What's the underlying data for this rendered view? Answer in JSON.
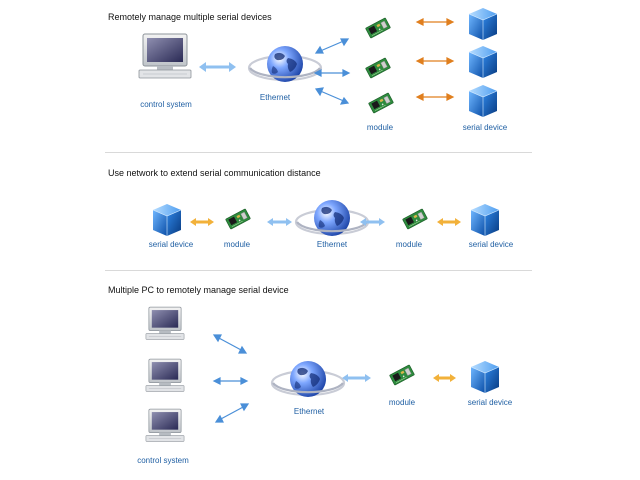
{
  "colors": {
    "label": "#1f5fa3",
    "arrow_blue": "#4a8fd8",
    "arrow_orange": "#e07f1e",
    "arrow_double": "#8fc0f0",
    "arrow_double_yellow": "#f2b13a",
    "cube": "#1f70d0",
    "globe": "#2a58c8",
    "pcb": "#2e8b3e"
  },
  "sections": [
    {
      "title": "Remotely manage multiple serial devices",
      "labels": {
        "control_system": "control system",
        "ethernet": "Ethernet",
        "module": "module",
        "serial_device": "serial device"
      }
    },
    {
      "title": "Use network to extend serial communication distance",
      "labels": {
        "serial_device_left": "serial device",
        "module_left": "module",
        "ethernet": "Ethernet",
        "module_right": "module",
        "serial_device_right": "serial device"
      }
    },
    {
      "title": "Multiple PC to remotely manage serial device",
      "labels": {
        "ethernet": "Ethernet",
        "module": "module",
        "serial_device": "serial device",
        "control_system": "control system"
      }
    }
  ]
}
